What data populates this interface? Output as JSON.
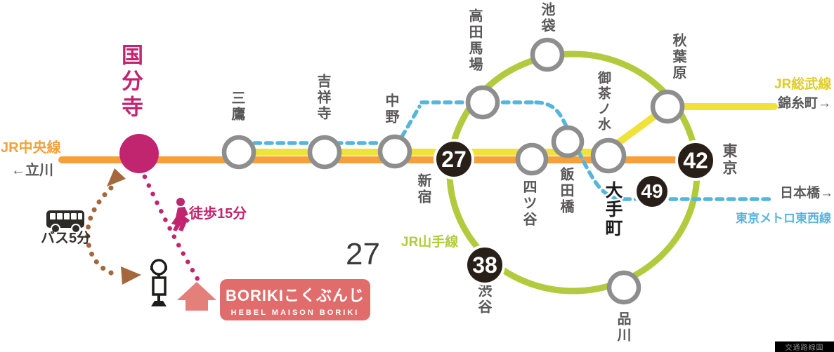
{
  "origin": {
    "name": "国分寺",
    "color": "#c2256f"
  },
  "lines": {
    "chuo": {
      "label": "JR中央線",
      "terminal_left": "←立川",
      "color": "#f6a03c"
    },
    "sobu": {
      "label": "JR総武線",
      "terminal_right": "錦糸町→",
      "color": "#e8d432"
    },
    "yamanote": {
      "label": "JR山手線",
      "color": "#b2cb3e"
    },
    "tozai": {
      "label": "東京メトロ東西線",
      "terminal_right": "日本橋→",
      "color": "#57b5db"
    }
  },
  "stations": {
    "mitaka": "三鷹",
    "kichijoji": "吉祥寺",
    "nakano": "中野",
    "shinjuku": "新宿",
    "yotsuya": "四ツ谷",
    "iidabashi": "飯田橋",
    "ochanomizu": "御茶ノ水",
    "takadanobaba": "高田馬場",
    "ikebukuro": "池袋",
    "akihabara": "秋葉原",
    "tokyo": "東京",
    "otemachi": "大手町",
    "shibuya": "渋谷",
    "shinagawa": "品川"
  },
  "badges": {
    "shinjuku": "27",
    "shibuya": "38",
    "tokyo": "42",
    "otemachi": "49",
    "background": "#281f18"
  },
  "access": {
    "bus_label": "バス5分",
    "walk_label": "徒歩15分",
    "big_number": "27"
  },
  "property": {
    "name": "BORIKIこくぶんじ",
    "subtitle": "HEBEL MAISON BORIKI",
    "color": "#e06d6b"
  },
  "caption": "交通路線図"
}
